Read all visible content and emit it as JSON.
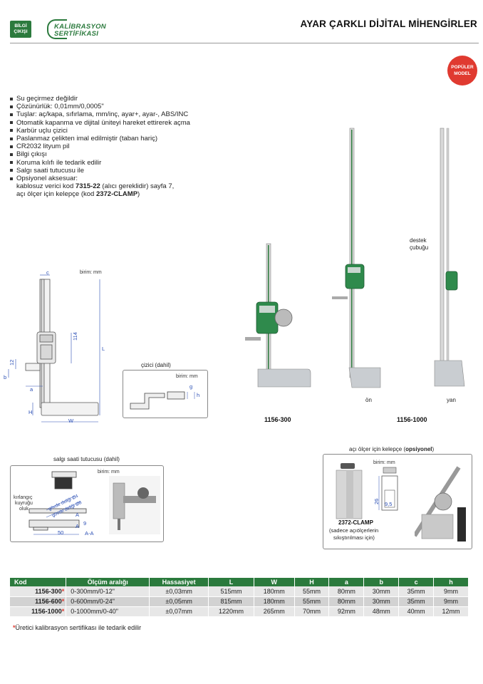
{
  "header": {
    "badge_line1": "BİLGİ",
    "badge_line2": "ÇIKIŞI",
    "logo_line1": "KALİBRASYON",
    "logo_line2": "SERTİFİKASI",
    "title": "AYAR ÇARKLI DİJİTAL MİHENGİRLER",
    "popular_line1": "POPÜLER",
    "popular_line2": "MODEL"
  },
  "features": [
    "Su geçirmez değildir",
    "Çözünürlük: 0,01mm/0,0005\"",
    "Tuşlar: aç/kapa, sıfırlama, mm/inç, ayar+, ayar-, ABS/INC",
    "Otomatik kapanma ve dijital üniteyi hareket ettirerek açma",
    "Karbür uçlu çizici",
    "Paslanmaz çelikten imal edilmiştir (taban hariç)",
    "CR2032 lityum pil",
    "Bilgi çıkışı",
    "Koruma kılıfı ile tedarik edilir",
    "Salgı saati tutucusu ile",
    "Opsiyonel aksesuar:"
  ],
  "optional": {
    "l1_pre": "kablosuz verici kod ",
    "l1_code": "7315-22",
    "l1_post": " (alıcı gereklidir) sayfa 7,",
    "l2_pre": "açı ölçer için kelepçe (kod ",
    "l2_code": "2372-CLAMP",
    "l2_post": ")"
  },
  "main_drawing": {
    "unit": "birim: mm",
    "c": "c",
    "L": "L",
    "dim114": "114",
    "h12": "12",
    "b": "b",
    "a": "a",
    "H": "H",
    "W": "W"
  },
  "scriber": {
    "title": "çizici (dahil)",
    "unit": "birim: mm",
    "g": "g",
    "h": "h"
  },
  "products": {
    "destek_1": "destek",
    "destek_2": "çubuğu",
    "on": "ön",
    "yan": "yan",
    "model_a": "1156-300",
    "model_b": "1156-1000"
  },
  "dial_holder": {
    "title": "salgı saati tutucusu (dahil)",
    "unit": "birim: mm",
    "lever1": "kırlangıç",
    "lever2": "kuyruğu",
    "lever3": "oluk",
    "d4": "gövde deliği Ø4",
    "d8": "gövde deliği Ø8",
    "A": "A",
    "dim50": "50",
    "dim9": "9",
    "AA": "A-A"
  },
  "clamp": {
    "title_pre": "açı ölçer için kelepçe (",
    "title_opt": "opsiyonel",
    "title_post": ")",
    "unit": "birim: mm",
    "dim26": "26",
    "dim95": "9,5",
    "code": "2372-CLAMP",
    "note1": "(sadece açıölçerlerin",
    "note2": "sıkıştırılması için)"
  },
  "table": {
    "headers": [
      "Kod",
      "Ölçüm aralığı",
      "Hassasiyet",
      "L",
      "W",
      "H",
      "a",
      "b",
      "c",
      "h"
    ],
    "rows": [
      [
        "1156-300",
        "0-300mm/0-12\"",
        "±0,03mm",
        "515mm",
        "180mm",
        "55mm",
        "80mm",
        "30mm",
        "35mm",
        "9mm"
      ],
      [
        "1156-600",
        "0-600mm/0-24\"",
        "±0,05mm",
        "815mm",
        "180mm",
        "55mm",
        "80mm",
        "30mm",
        "35mm",
        "9mm"
      ],
      [
        "1156-1000",
        "0-1000mm/0-40\"",
        "±0,07mm",
        "1220mm",
        "265mm",
        "70mm",
        "92mm",
        "48mm",
        "40mm",
        "12mm"
      ]
    ],
    "star": "*"
  },
  "footnote": "Üretici kalibrasyon sertifikası ile tedarik edilir",
  "colors": {
    "brand_green": "#2b7a3d",
    "accent_red": "#e03a30",
    "dim_blue": "#2b4fb5"
  }
}
